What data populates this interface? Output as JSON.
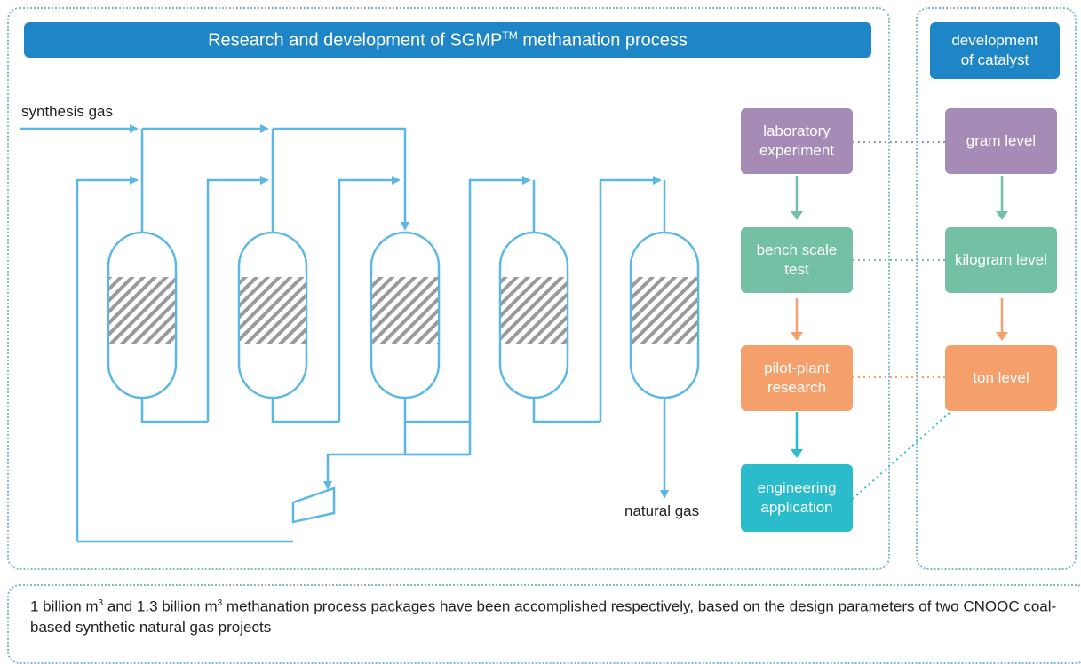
{
  "process_title": {
    "main": "Research and development of SGMP",
    "superscript": "TM",
    "rest": " methanation process"
  },
  "catalyst_title": "development of catalyst",
  "flow_labels": {
    "input": "synthesis gas",
    "output": "natural gas"
  },
  "process_steps": [
    {
      "label": "laboratory experiment",
      "color": "#a78bb7"
    },
    {
      "label": "bench scale test",
      "color": "#74c0a5"
    },
    {
      "label": "pilot-plant research",
      "color": "#f5a06a"
    },
    {
      "label": "engineering application",
      "color": "#2abccb"
    }
  ],
  "catalyst_steps": [
    {
      "label": "gram level",
      "color": "#a78bb7"
    },
    {
      "label": "kilogram level",
      "color": "#74c0a5"
    },
    {
      "label": "ton level",
      "color": "#f5a06a"
    }
  ],
  "note": {
    "part1": "1 billion m",
    "sup1": "3",
    "part2": " and 1.3 billion m",
    "sup2": "3",
    "part3": " methanation process packages have been accomplished respectively, based on the design parameters of two CNOOC coal-based synthetic natural gas projects"
  },
  "colors": {
    "pipe": "#5bb8e6",
    "banner": "#1e86c6",
    "panel_border": "#7fb8cf"
  }
}
